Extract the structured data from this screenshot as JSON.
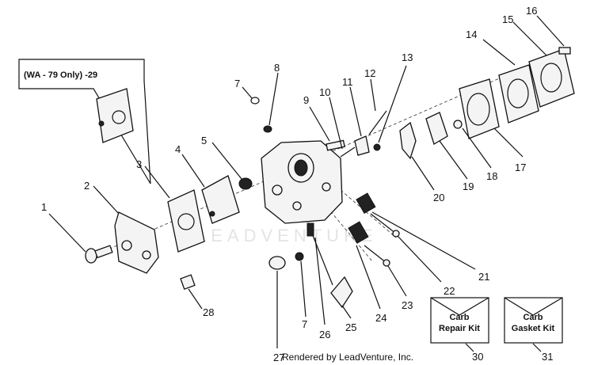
{
  "callout": {
    "label": "(WA - 79 Only) -29"
  },
  "kits": [
    {
      "line1": "Carb",
      "line2": "Repair Kit",
      "number": "30"
    },
    {
      "line1": "Carb",
      "line2": "Gasket Kit",
      "number": "31"
    }
  ],
  "parts": {
    "p1": "1",
    "p2": "2",
    "p3": "3",
    "p4": "4",
    "p5": "5",
    "p7a": "7",
    "p7b": "7",
    "p8": "8",
    "p9": "9",
    "p10": "10",
    "p11": "11",
    "p12": "12",
    "p13": "13",
    "p14": "14",
    "p15": "15",
    "p16": "16",
    "p17": "17",
    "p18": "18",
    "p19": "19",
    "p20": "20",
    "p21": "21",
    "p22": "22",
    "p23": "23",
    "p24": "24",
    "p25": "25",
    "p26": "26",
    "p27": "27",
    "p28": "28"
  },
  "watermark": "LEADVENTURE",
  "credit": "Rendered by LeadVenture, Inc."
}
